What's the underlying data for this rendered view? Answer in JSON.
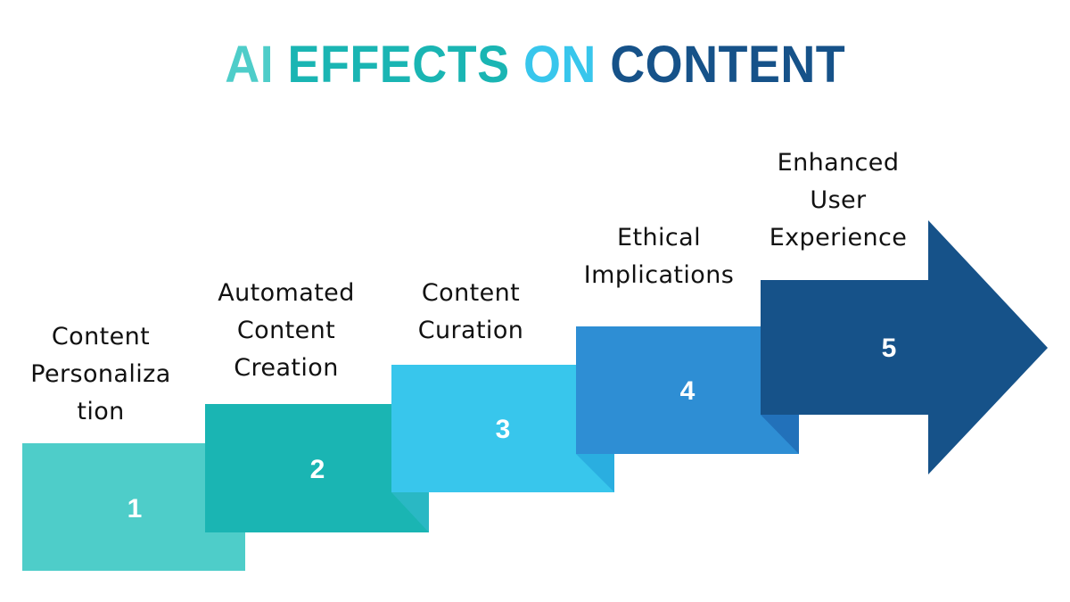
{
  "title": {
    "parts": [
      {
        "text": "AI ",
        "color": "#4ECDC9"
      },
      {
        "text": "EFFECTS ",
        "color": "#1AB5B3"
      },
      {
        "text": "ON ",
        "color": "#38C6EC"
      },
      {
        "text": "CONTENT",
        "color": "#165289"
      }
    ],
    "full_text": "AI EFFECTS ON CONTENT"
  },
  "steps": [
    {
      "number": "1",
      "label": "Content\nPersonaliza\ntion",
      "color": "#4ECDC9"
    },
    {
      "number": "2",
      "label": "Automated\nContent\nCreation",
      "color": "#1AB5B3"
    },
    {
      "number": "3",
      "label": "Content\nCuration",
      "color": "#38C6EC"
    },
    {
      "number": "4",
      "label": "Ethical\nImplications",
      "color": "#2E8ED4"
    },
    {
      "number": "5",
      "label": "Enhanced\nUser\nExperience",
      "color": "#165289"
    }
  ],
  "shadow_colors": [
    "#15A6A8",
    "#2AB1DF",
    "#2477C2",
    "#1F6CB1"
  ]
}
